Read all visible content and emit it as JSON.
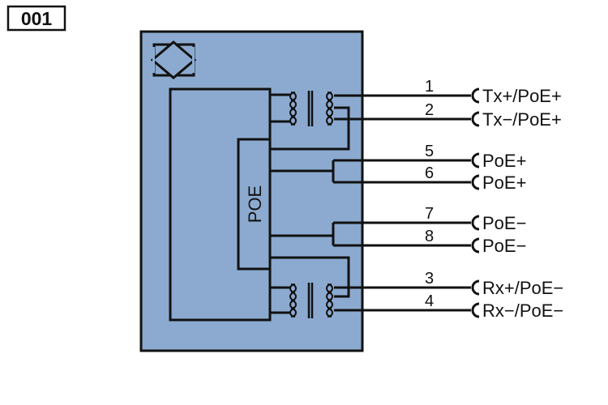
{
  "diagram_id": "001",
  "poe_block_label": "POE",
  "colors": {
    "housing": "#8caad0",
    "line": "#111111",
    "background": "#ffffff"
  },
  "icons": [
    "sensor-symbol-icon",
    "transformer-icon"
  ],
  "pins": [
    {
      "number": "1",
      "label": "Tx+/PoE+"
    },
    {
      "number": "2",
      "label": "Tx−/PoE+"
    },
    {
      "number": "5",
      "label": "PoE+"
    },
    {
      "number": "6",
      "label": "PoE+"
    },
    {
      "number": "7",
      "label": "PoE−"
    },
    {
      "number": "8",
      "label": "PoE−"
    },
    {
      "number": "3",
      "label": "Rx+/PoE−"
    },
    {
      "number": "4",
      "label": "Rx−/PoE−"
    }
  ]
}
